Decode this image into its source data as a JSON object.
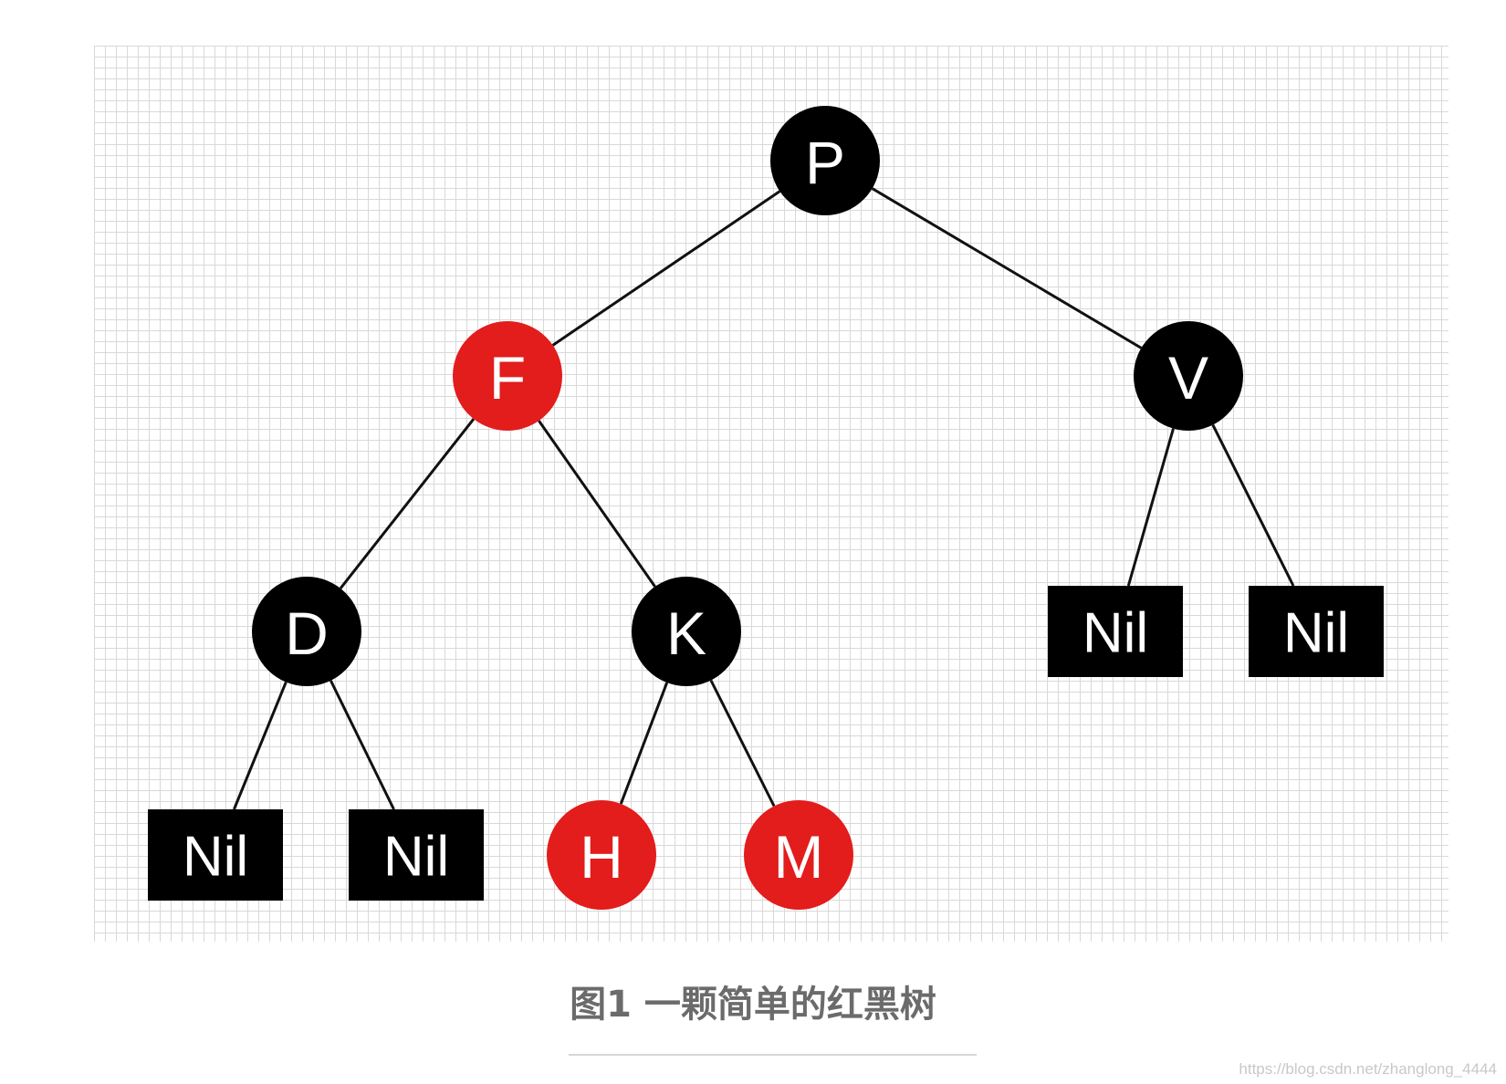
{
  "diagram": {
    "colors": {
      "red": "#e31c1c",
      "black": "#000000",
      "edge": "#111111",
      "label": "#ffffff"
    },
    "nodes": [
      {
        "id": "P",
        "label": "P",
        "color": "black",
        "kind": "circle"
      },
      {
        "id": "F",
        "label": "F",
        "color": "red",
        "kind": "circle"
      },
      {
        "id": "V",
        "label": "V",
        "color": "black",
        "kind": "circle"
      },
      {
        "id": "D",
        "label": "D",
        "color": "black",
        "kind": "circle"
      },
      {
        "id": "K",
        "label": "K",
        "color": "black",
        "kind": "circle"
      },
      {
        "id": "H",
        "label": "H",
        "color": "red",
        "kind": "circle"
      },
      {
        "id": "M",
        "label": "M",
        "color": "red",
        "kind": "circle"
      },
      {
        "id": "nil1",
        "label": "Nil",
        "color": "black",
        "kind": "box"
      },
      {
        "id": "nil2",
        "label": "Nil",
        "color": "black",
        "kind": "box"
      },
      {
        "id": "nil3",
        "label": "Nil",
        "color": "black",
        "kind": "box"
      },
      {
        "id": "nil4",
        "label": "Nil",
        "color": "black",
        "kind": "box"
      }
    ],
    "edges": [
      [
        "P",
        "F"
      ],
      [
        "P",
        "V"
      ],
      [
        "F",
        "D"
      ],
      [
        "F",
        "K"
      ],
      [
        "D",
        "nil1"
      ],
      [
        "D",
        "nil2"
      ],
      [
        "K",
        "H"
      ],
      [
        "K",
        "M"
      ],
      [
        "V",
        "nil3"
      ],
      [
        "V",
        "nil4"
      ]
    ]
  },
  "caption": "图1 一颗简单的红黑树",
  "watermark": "https://blog.csdn.net/zhanglong_4444"
}
